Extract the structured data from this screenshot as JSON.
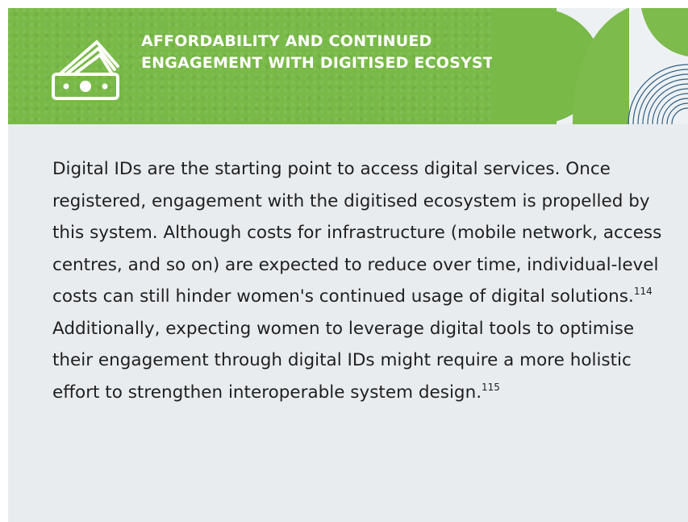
{
  "header": {
    "title": "AFFORDABILITY AND CONTINUED ENGAGEMENT WITH DIGITISED ECOSYSTEM",
    "icon": "cash-money-icon",
    "background_color": "#78b947",
    "decoration_color": "#2e5e86"
  },
  "body": {
    "part1": "Digital IDs are the starting point to access digital services. Once registered, engagement with the digitised ecosystem is propelled by this system. Although costs for infrastructure (mobile network, access centres, and so on) are expected to reduce over time, individual-level costs can still hinder women's continued usage of digital solutions.",
    "footnote1": "114",
    "part2": " Additionally, expecting women to leverage digital tools to optimise their engagement through digital IDs might require a more holistic effort to strengthen interoperable system design.",
    "footnote2": "115"
  },
  "colors": {
    "panel_background": "#e9ecef",
    "text": "#1f1f1f"
  }
}
